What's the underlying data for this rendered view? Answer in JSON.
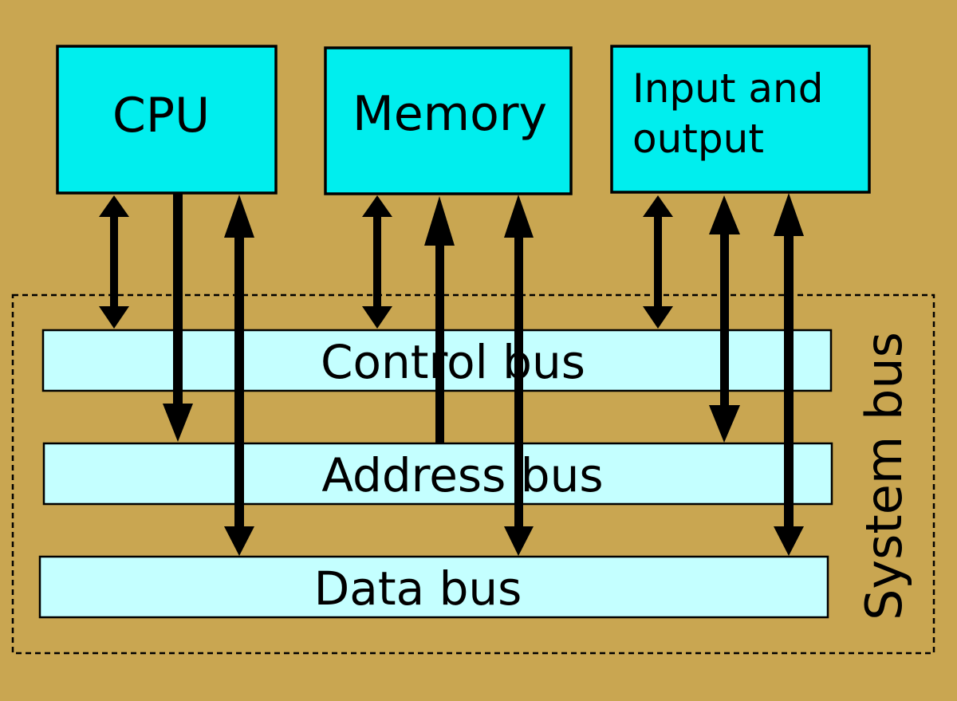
{
  "colors": {
    "background": "#c9a651",
    "component_fill": "#00eeee",
    "bus_fill": "#c4ffff",
    "stroke": "#000000"
  },
  "components": [
    {
      "id": "cpu",
      "label_lines": [
        "CPU"
      ]
    },
    {
      "id": "memory",
      "label_lines": [
        "Memory"
      ]
    },
    {
      "id": "io",
      "label_lines": [
        "Input and",
        "output"
      ]
    }
  ],
  "buses": [
    {
      "id": "control",
      "label": "Control bus"
    },
    {
      "id": "address",
      "label": "Address bus"
    },
    {
      "id": "data",
      "label": "Data bus"
    }
  ],
  "system_bus": {
    "label": "System bus"
  },
  "connections": [
    {
      "from": "cpu",
      "to": "control",
      "direction": "both"
    },
    {
      "from": "cpu",
      "to": "address",
      "direction": "to-bus"
    },
    {
      "from": "cpu",
      "to": "data",
      "direction": "both"
    },
    {
      "from": "memory",
      "to": "control",
      "direction": "both"
    },
    {
      "from": "memory",
      "to": "address",
      "direction": "to-component"
    },
    {
      "from": "memory",
      "to": "data",
      "direction": "both"
    },
    {
      "from": "io",
      "to": "control",
      "direction": "both"
    },
    {
      "from": "io",
      "to": "address",
      "direction": "both"
    },
    {
      "from": "io",
      "to": "data",
      "direction": "both"
    }
  ]
}
